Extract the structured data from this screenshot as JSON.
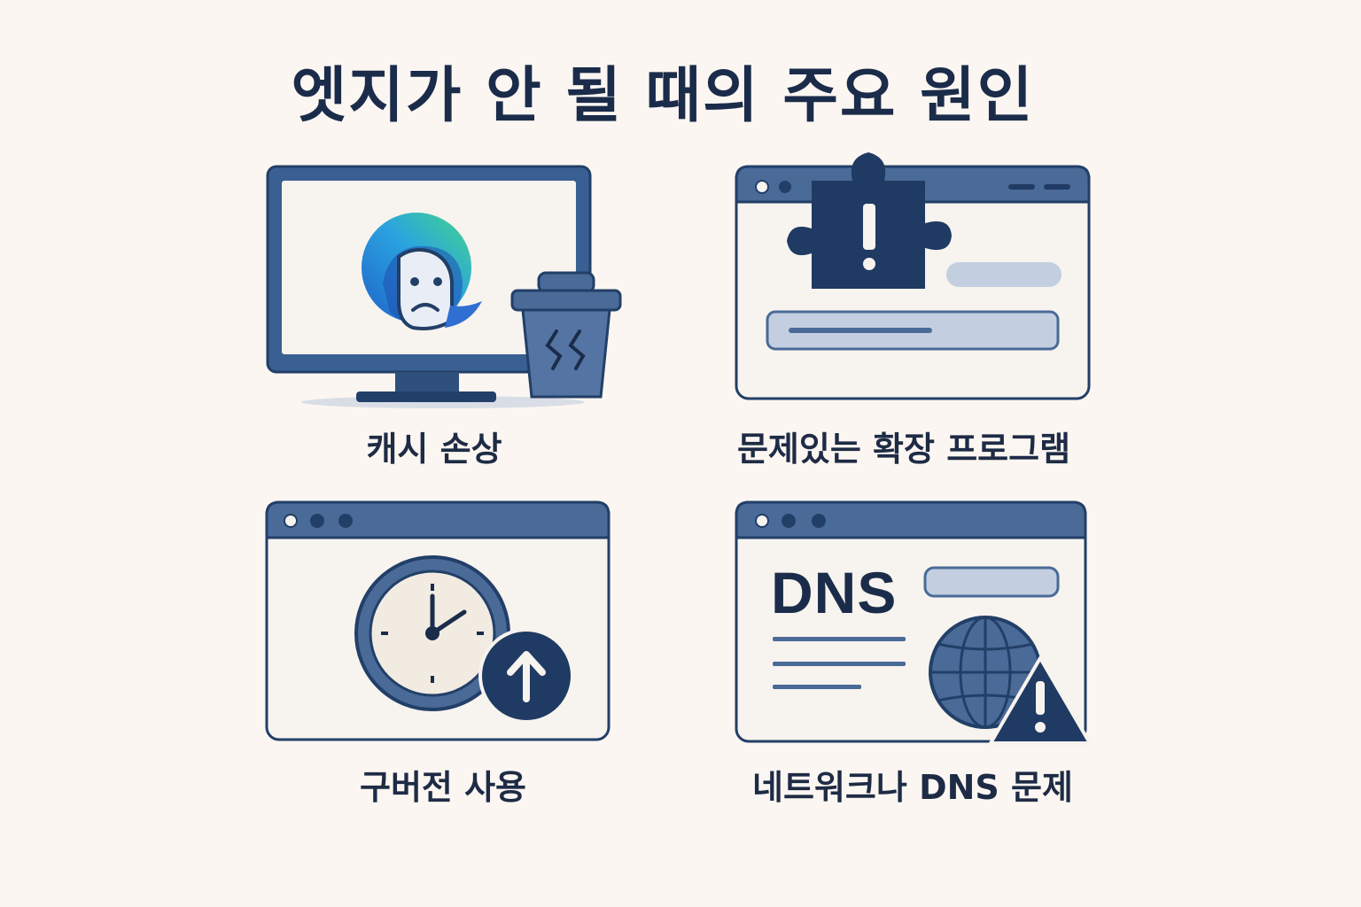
{
  "title": "엣지가 안 될 때의 주요 원인",
  "colors": {
    "navy": "#1f3a63",
    "frame_blue": "#4a6a98",
    "light_fill": "#f7f3ee",
    "bar_fill": "#c3cfe0",
    "edge_blue": "#2f6fd1",
    "edge_green": "#3fd28a",
    "background": "#fbf6f1"
  },
  "causes": [
    {
      "label": "캐시 손상",
      "icon": "cache-corrupted-icon"
    },
    {
      "label": "문제있는 확장 프로그램",
      "icon": "extension-warning-icon"
    },
    {
      "label": "구버전 사용",
      "icon": "outdated-version-icon"
    },
    {
      "label": "네트워크나 DNS 문제",
      "icon": "network-dns-warning-icon",
      "badge_text": "DNS"
    }
  ]
}
